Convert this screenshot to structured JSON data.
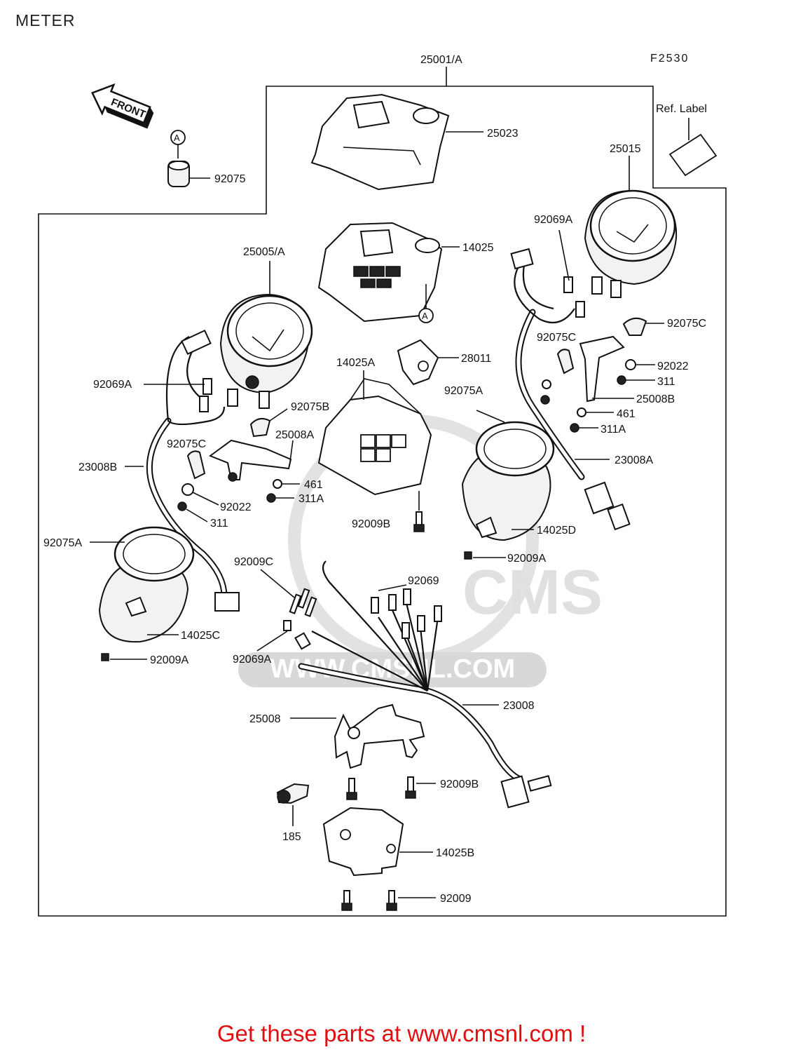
{
  "page": {
    "title": "METER",
    "figure_code": "F2530"
  },
  "front_arrow": {
    "text": "FRONT"
  },
  "ref_marker": "A",
  "labels": {
    "l25001A": "25001/A",
    "l25023": "25023",
    "lRefLabel": "Ref. Label",
    "l25015": "25015",
    "l92075": "92075",
    "l92069A_r": "92069A",
    "l14025": "14025",
    "l25005A": "25005/A",
    "l92075C_r": "92075C",
    "l92075C_r2": "92075C",
    "l92022_r": "92022",
    "l311_r": "311",
    "l25008B": "25008B",
    "l461_r": "461",
    "l311A_r": "311A",
    "l23008A": "23008A",
    "l28011": "28011",
    "l14025A": "14025A",
    "l92075A_c": "92075A",
    "l92069A_l": "92069A",
    "l92075B": "92075B",
    "l25008A": "25008A",
    "l92075C_l": "92075C",
    "l23008B": "23008B",
    "l461_l": "461",
    "l311A_l": "311A",
    "l92022_l": "92022",
    "l311_l": "311",
    "l92009B_c": "92009B",
    "l14025D": "14025D",
    "l92009A_r": "92009A",
    "l92075A_l": "92075A",
    "l92009C": "92009C",
    "l92069": "92069",
    "l14025C": "14025C",
    "l92009A_l": "92009A",
    "l92069A_b": "92069A",
    "l23008": "23008",
    "l25008": "25008",
    "l92009B_b": "92009B",
    "l185": "185",
    "l14025B": "14025B",
    "l92009": "92009"
  },
  "watermark": {
    "brand": "CMS",
    "url": "WWW.CMSNL.COM"
  },
  "footer": {
    "text": "Get these parts at www.cmsnl.com !"
  },
  "colors": {
    "footer": "#e01010",
    "line": "#111111",
    "watermark": "#d8d8d8"
  }
}
